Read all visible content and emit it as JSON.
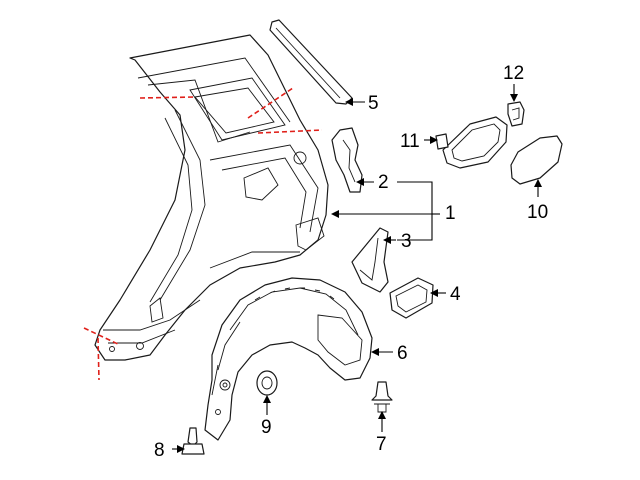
{
  "diagram": {
    "callouts": [
      {
        "id": "c1",
        "label": "1"
      },
      {
        "id": "c2",
        "label": "2"
      },
      {
        "id": "c3",
        "label": "3"
      },
      {
        "id": "c4",
        "label": "4"
      },
      {
        "id": "c5",
        "label": "5"
      },
      {
        "id": "c6",
        "label": "6"
      },
      {
        "id": "c7",
        "label": "7"
      },
      {
        "id": "c8",
        "label": "8"
      },
      {
        "id": "c9",
        "label": "9"
      },
      {
        "id": "c10",
        "label": "10"
      },
      {
        "id": "c11",
        "label": "11"
      },
      {
        "id": "c12",
        "label": "12"
      }
    ],
    "colors": {
      "line": "#1a1a1a",
      "cut_line": "#e0201a",
      "background": "#ffffff"
    }
  }
}
